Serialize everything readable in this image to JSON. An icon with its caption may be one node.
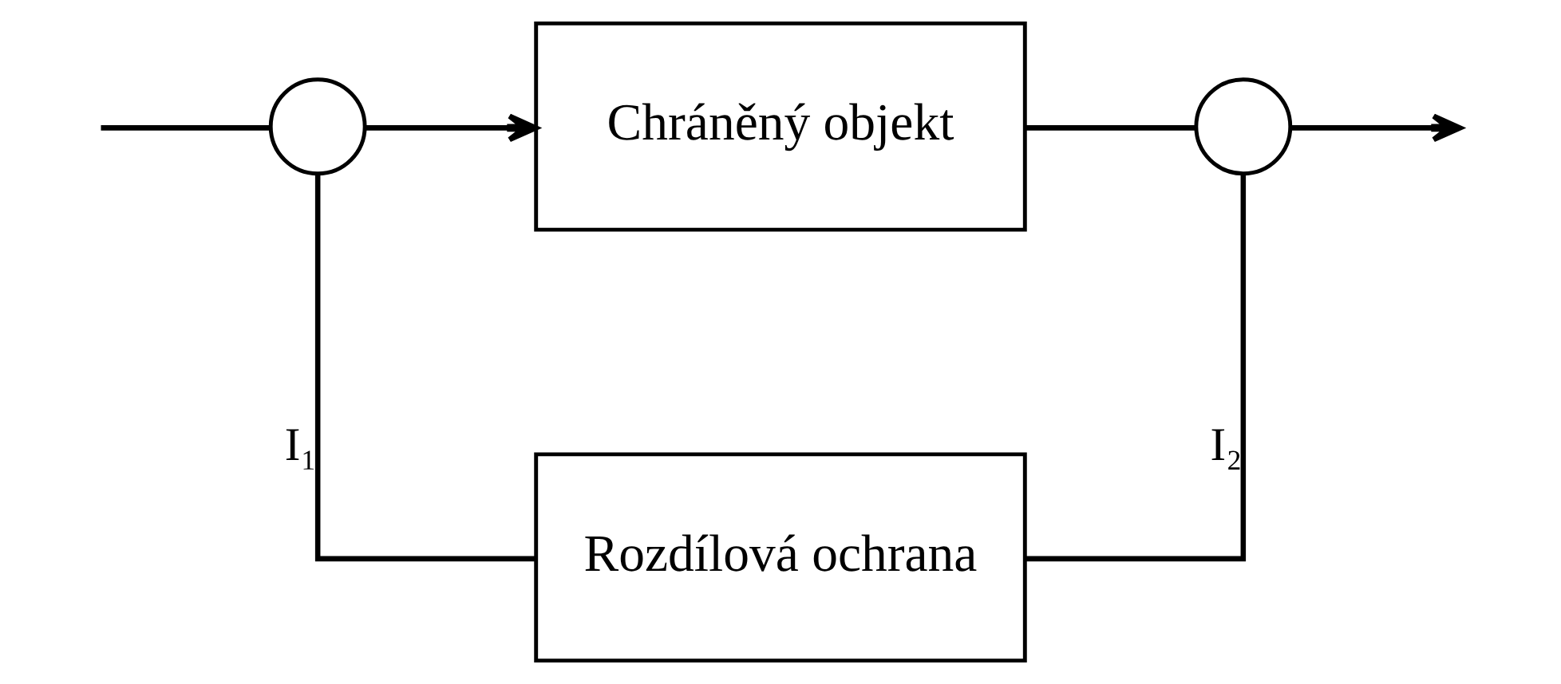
{
  "diagram": {
    "nodes": [
      {
        "text": [],
        "shape": "circle"
      },
      {
        "text": [
          "Chráněný objekt"
        ]
      },
      {
        "text": [],
        "shape": "circle"
      },
      {
        "text": [
          "Rozdílová ochrana"
        ]
      }
    ],
    "edges": [
      {
        "from": null,
        "to": 0,
        "arrow": "none"
      },
      {
        "from": 0,
        "to": 1,
        "arrow": "to"
      },
      {
        "from": 1,
        "to": 2,
        "arrow": "none"
      },
      {
        "from": 2,
        "to": null,
        "arrow": "to"
      },
      {
        "from": 0,
        "to": 3,
        "arrow": "none",
        "label": "I₁"
      },
      {
        "from": 2,
        "to": 3,
        "arrow": "none",
        "label": "I₂"
      }
    ]
  }
}
